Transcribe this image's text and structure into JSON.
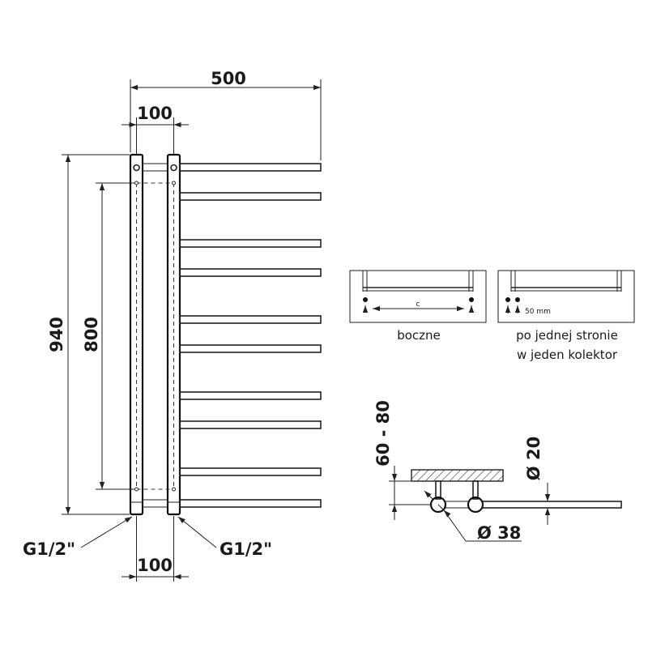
{
  "dimensions": {
    "total_width": "500",
    "collector_spacing_top": "100",
    "collector_spacing_bottom": "100",
    "total_height": "940",
    "connection_spacing": "800",
    "wall_distance": "60 - 80",
    "bar_diameter": "Ø 20",
    "collector_diameter": "Ø 38"
  },
  "connections": {
    "left_thread": "G1/2\"",
    "right_thread": "G1/2\""
  },
  "connection_options": {
    "side": {
      "label": "boczne",
      "spacing_label": "c"
    },
    "one_side": {
      "label_line1": "po jednej stronie",
      "label_line2": "w jeden kolektor",
      "offset_label": "50 mm"
    }
  }
}
